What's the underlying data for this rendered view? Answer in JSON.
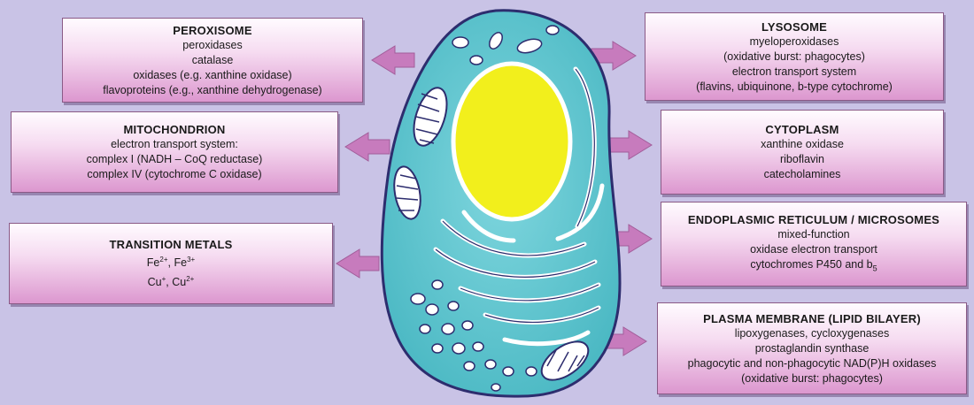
{
  "boxes": {
    "peroxisome": {
      "title": "PEROXISOME",
      "lines": [
        "peroxidases",
        "catalase",
        "oxidases (e.g. xanthine oxidase)",
        "flavoproteins (e.g., xanthine dehydrogenase)"
      ]
    },
    "mitochondrion": {
      "title": "MITOCHONDRION",
      "lines": [
        "electron transport system:",
        "complex I (NADH – CoQ reductase)",
        "complex IV (cytochrome C oxidase)"
      ]
    },
    "transition_metals": {
      "title": "TRANSITION METALS",
      "line1_a": "Fe",
      "line1_a_sup": "2+",
      "line1_sep": ", ",
      "line1_b": "Fe",
      "line1_b_sup": "3+",
      "line2_a": "Cu",
      "line2_a_sup": "+",
      "line2_sep": ", ",
      "line2_b": "Cu",
      "line2_b_sup": "2+"
    },
    "lysosome": {
      "title": "LYSOSOME",
      "lines": [
        "myeloperoxidases",
        "(oxidative burst: phagocytes)",
        "electron transport system",
        "(flavins, ubiquinone, b-type cytochrome)"
      ]
    },
    "cytoplasm": {
      "title": "CYTOPLASM",
      "lines": [
        "xanthine oxidase",
        "riboflavin",
        "catecholamines"
      ]
    },
    "er": {
      "title": "ENDOPLASMIC RETICULUM / MICROSOMES",
      "lines": [
        "mixed-function",
        "oxidase electron transport"
      ],
      "line3_text": "cytochromes P450 and b",
      "line3_sub": "5"
    },
    "plasma_membrane": {
      "title": "PLASMA MEMBRANE (LIPID BILAYER)",
      "lines": [
        "lipoxygenases, cycloxygenases",
        "prostaglandin synthase",
        "phagocytic and non-phagocytic NAD(P)H oxidases",
        "(oxidative burst: phagocytes)"
      ]
    }
  },
  "colors": {
    "background": "#c9c3e6",
    "cell_fill": "#5fc6cf",
    "cell_outline": "#2d2d6e",
    "nucleus_fill": "#f2ef1c",
    "arrow_fill": "#c77bbd",
    "organelle_fill": "#ffffff"
  }
}
